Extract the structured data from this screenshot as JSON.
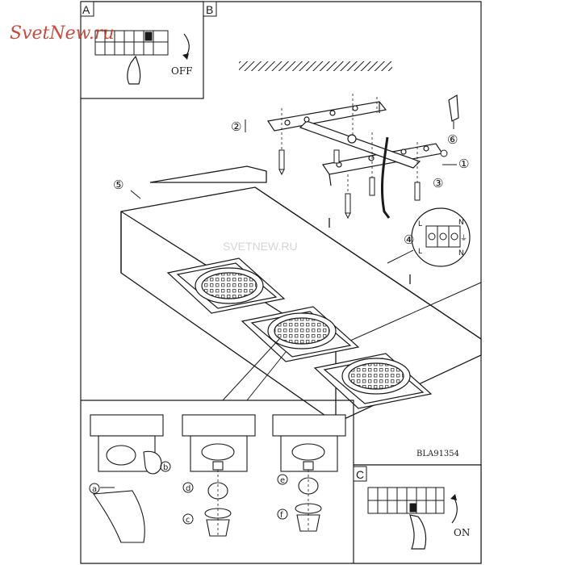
{
  "watermark": {
    "logo_text": "SvetNew.ru",
    "center_text": "SVETNEW.RU"
  },
  "panels": {
    "a": {
      "label": "A",
      "switch_text": "OFF"
    },
    "b": {
      "label": "B"
    },
    "c": {
      "label": "C",
      "switch_text": "ON"
    }
  },
  "steps": {
    "s1": "①",
    "s2": "②",
    "s3": "③",
    "s4": "④",
    "s5": "⑤",
    "s6": "⑥"
  },
  "subs": {
    "a": "a",
    "b": "b",
    "c": "c",
    "d": "d",
    "e": "e",
    "f": "f"
  },
  "terminal": {
    "L": "L",
    "N": "N"
  },
  "model_code": "BLA91354",
  "colors": {
    "line": "#1a1a1a",
    "bg": "#ffffff",
    "logo": "#c0392b",
    "logo_accent": "#e67e22"
  }
}
